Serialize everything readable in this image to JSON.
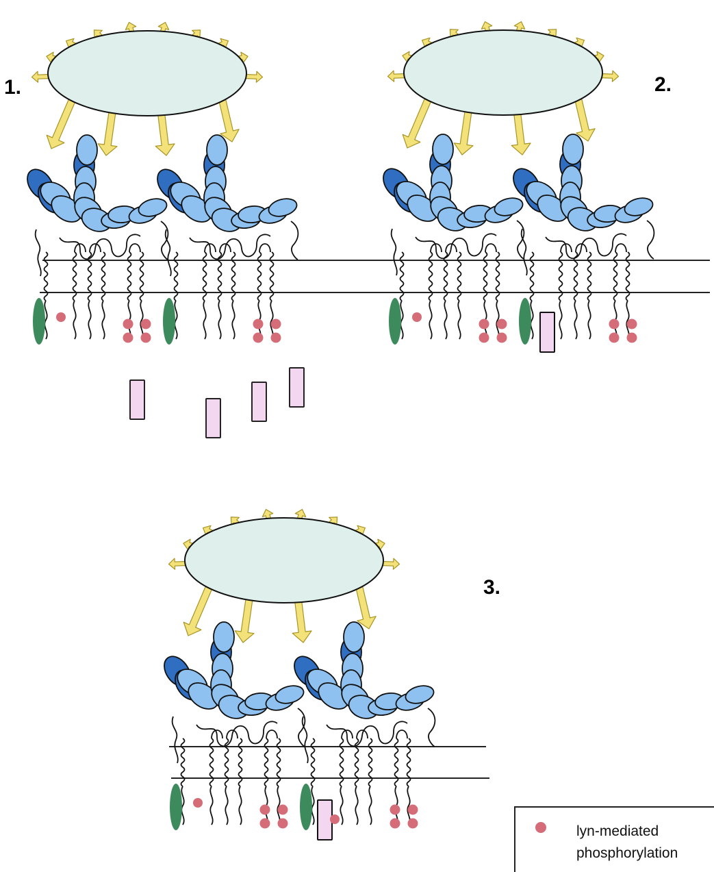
{
  "panels": [
    {
      "label": "1."
    },
    {
      "label": "2."
    },
    {
      "label": "3."
    }
  ],
  "legend": {
    "line1": "lyn-mediated",
    "line2": "phosphorylation"
  },
  "colors": {
    "cell_fill": "#dff0ec",
    "arrow_fill": "#f3e27a",
    "arrow_stroke": "#a89324",
    "domain_light": "#8ec1ef",
    "domain_dark": "#2f6ec0",
    "lyn_kinase": "#3d8a5c",
    "phospho_dot": "#d46d78",
    "effector_box": "#f3d6ef",
    "membrane_line": "#222222"
  },
  "icons": [
    "immune-complex-ellipse",
    "signal-arrow",
    "ig-domain",
    "lyn-kinase",
    "phosphorylation-dot",
    "effector-box"
  ]
}
